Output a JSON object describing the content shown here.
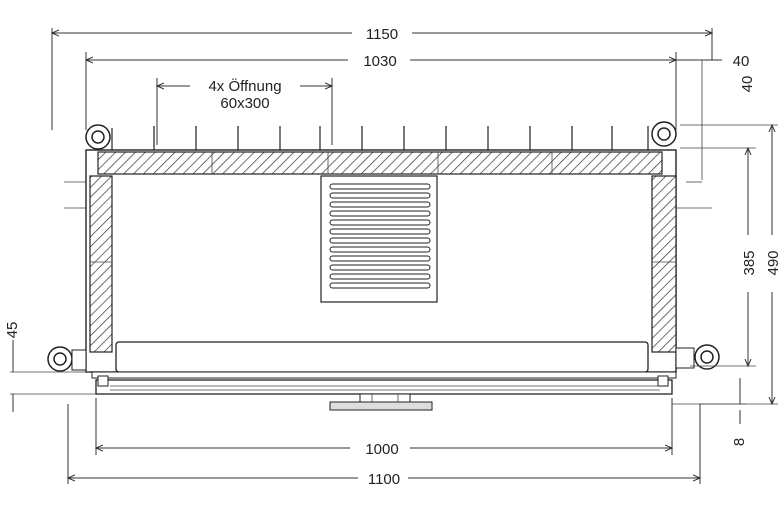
{
  "dimensions": {
    "overall_width": "1150",
    "inner_width": "1030",
    "opening_note_line1": "4x Öffnung",
    "opening_note_line2": "60x300",
    "right_offset_h": "40",
    "right_offset_v": "40",
    "height_inner": "385",
    "height_total": "490",
    "left_offset": "45",
    "bottom_offset": "8",
    "base_inner_width": "1000",
    "base_outer_width": "1100"
  }
}
